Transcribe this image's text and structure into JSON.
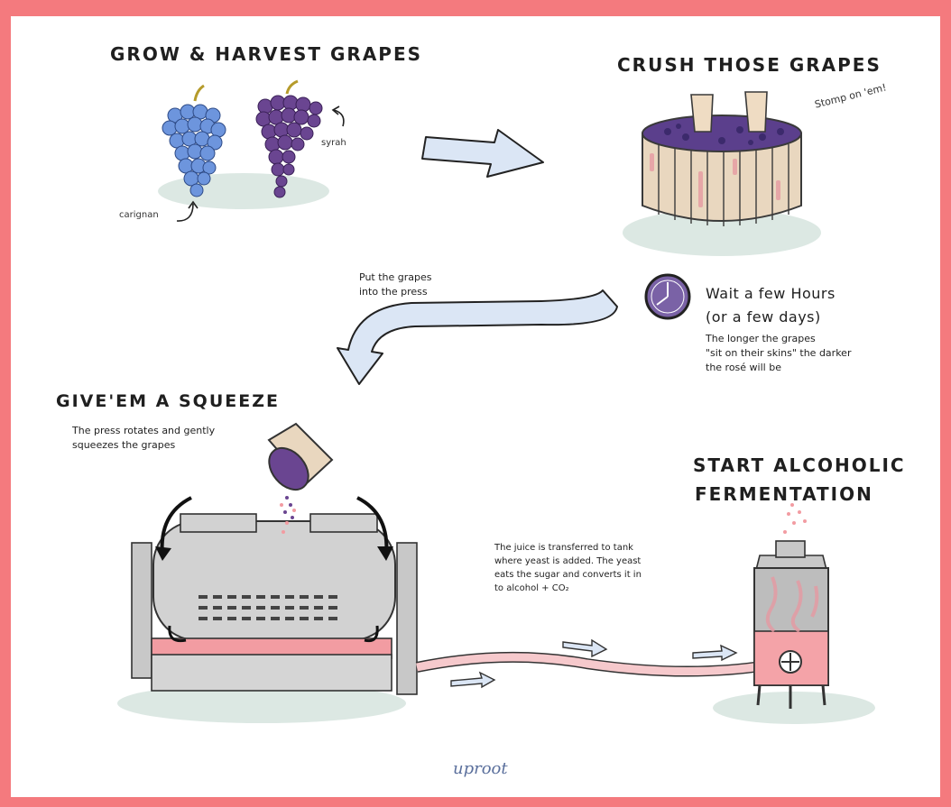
{
  "steps": {
    "grow": {
      "title": "GROW & HARVEST GRAPES",
      "label_left": "carignan",
      "label_right": "syrah"
    },
    "crush": {
      "title": "CRUSH THOSE GRAPES",
      "note": "Stomp on 'em!"
    },
    "press_note": {
      "line1": "Put the grapes",
      "line2": "into the press"
    },
    "wait": {
      "title": "Wait a few Hours",
      "subtitle": "(or a few days)",
      "line1": "The longer the grapes",
      "line2": "\"sit on their skins\" the darker",
      "line3": "the rosé will be"
    },
    "squeeze": {
      "title": "GIVE'EM A SQUEEZE",
      "line1": "The press rotates and gently",
      "line2": "squeezes the grapes"
    },
    "ferment": {
      "title_line1": "START ALCOHOLIC",
      "title_line2": "FERMENTATION",
      "line1": "The juice is transferred to tank",
      "line2": "where yeast is added. The yeast",
      "line3": "eats the sugar and converts it in",
      "line4": "to alcohol + CO₂"
    }
  },
  "credit": "uproot",
  "colors": {
    "border": "#f47a7e",
    "arrow_fill": "#dbe6f5",
    "grape_blue": "#6d95dd",
    "grape_purple": "#6a4591",
    "shadow": "#dce8e3",
    "juice": "#f4a3a8",
    "metal": "#c8c8c8",
    "wood": "#e9d7bf"
  }
}
